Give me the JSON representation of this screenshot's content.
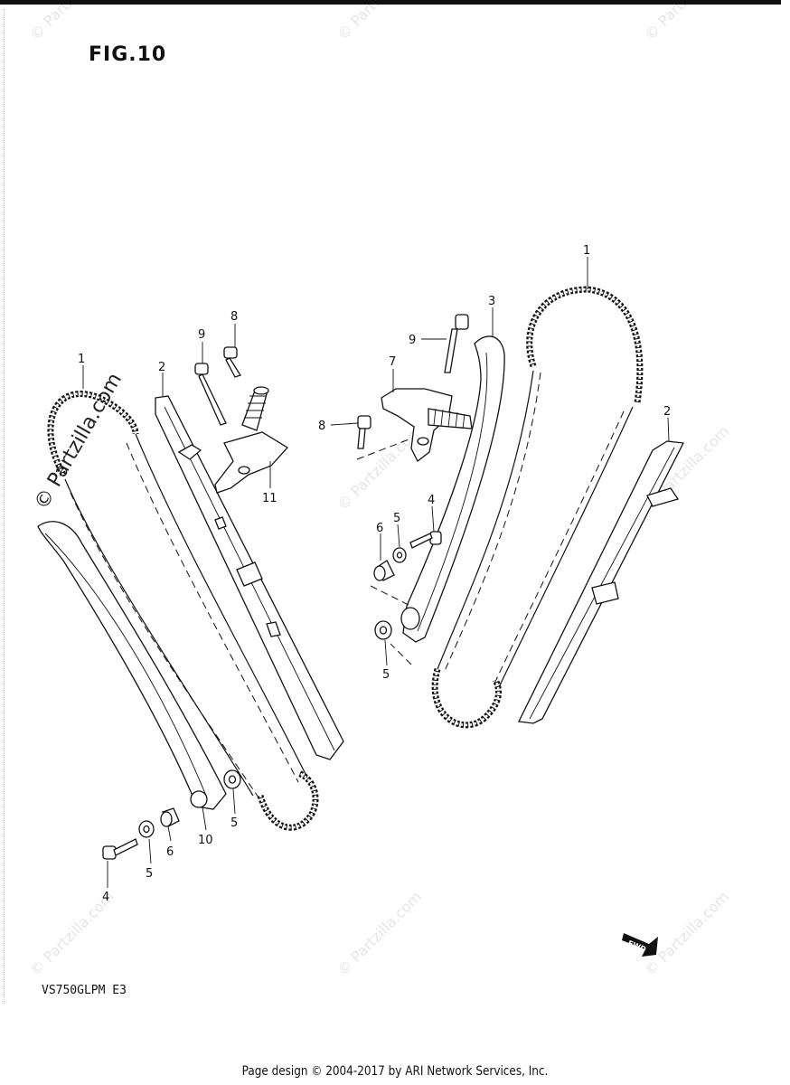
{
  "figure": {
    "title": "FIG.10"
  },
  "model_code": "VS750GLPM E3",
  "footer": "Page design © 2004-2017 by ARI Network Services, Inc.",
  "watermark": {
    "text": "© Partzilla.com"
  },
  "fwd_label": "FWD",
  "callouts": [
    {
      "id": "c1a",
      "label": "1"
    },
    {
      "id": "c2a",
      "label": "2"
    },
    {
      "id": "c9a",
      "label": "9"
    },
    {
      "id": "c8a",
      "label": "8"
    },
    {
      "id": "c11",
      "label": "11"
    },
    {
      "id": "c10",
      "label": "10"
    },
    {
      "id": "c5a",
      "label": "5"
    },
    {
      "id": "c5b",
      "label": "5"
    },
    {
      "id": "c6a",
      "label": "6"
    },
    {
      "id": "c4a",
      "label": "4"
    },
    {
      "id": "c9b",
      "label": "9"
    },
    {
      "id": "c7",
      "label": "7"
    },
    {
      "id": "c8b",
      "label": "8"
    },
    {
      "id": "c3",
      "label": "3"
    },
    {
      "id": "c1b",
      "label": "1"
    },
    {
      "id": "c2b",
      "label": "2"
    },
    {
      "id": "c6b",
      "label": "6"
    },
    {
      "id": "c5c",
      "label": "5"
    },
    {
      "id": "c4b",
      "label": "4"
    },
    {
      "id": "c5d",
      "label": "5"
    }
  ]
}
